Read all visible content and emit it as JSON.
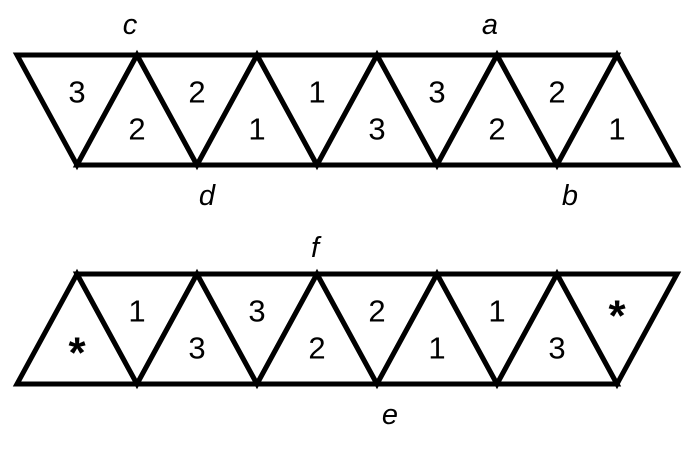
{
  "strip_top": {
    "triangles": [
      {
        "label": "3",
        "dir": "down"
      },
      {
        "label": "2",
        "dir": "up"
      },
      {
        "label": "2",
        "dir": "down"
      },
      {
        "label": "1",
        "dir": "up"
      },
      {
        "label": "1",
        "dir": "down"
      },
      {
        "label": "3",
        "dir": "up"
      },
      {
        "label": "3",
        "dir": "down"
      },
      {
        "label": "2",
        "dir": "up"
      },
      {
        "label": "2",
        "dir": "down"
      },
      {
        "label": "1",
        "dir": "up"
      }
    ],
    "vertex_labels": {
      "c": "c",
      "a": "a",
      "d": "d",
      "b": "b"
    }
  },
  "strip_bottom": {
    "triangles": [
      {
        "label": "*",
        "dir": "up"
      },
      {
        "label": "1",
        "dir": "down"
      },
      {
        "label": "3",
        "dir": "up"
      },
      {
        "label": "3",
        "dir": "down"
      },
      {
        "label": "2",
        "dir": "up"
      },
      {
        "label": "2",
        "dir": "down"
      },
      {
        "label": "1",
        "dir": "up"
      },
      {
        "label": "1",
        "dir": "down"
      },
      {
        "label": "3",
        "dir": "up"
      },
      {
        "label": "*",
        "dir": "down"
      }
    ],
    "vertex_labels": {
      "f": "f",
      "e": "e"
    }
  }
}
